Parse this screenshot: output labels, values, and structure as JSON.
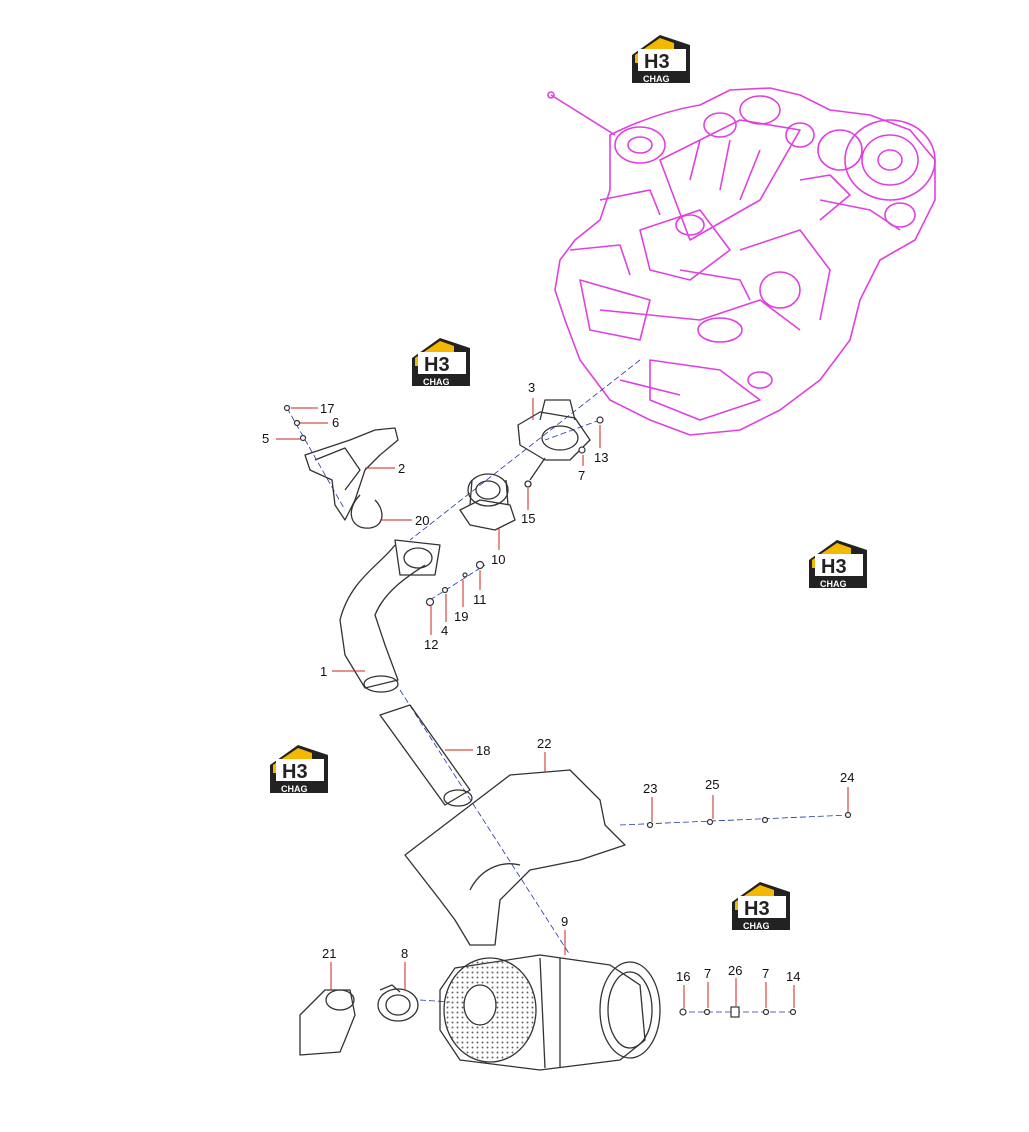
{
  "colors": {
    "engine": "#e040e0",
    "part_line": "#333333",
    "leader": "#cc2222",
    "center_line": "#2233aa",
    "logo_yellow": "#f5b800",
    "logo_dark": "#222222",
    "logo_white": "#ffffff"
  },
  "watermark": {
    "main": "H3",
    "sub": "CHAG"
  },
  "callouts": [
    {
      "id": "c17",
      "label": "17"
    },
    {
      "id": "c6",
      "label": "6"
    },
    {
      "id": "c5",
      "label": "5"
    },
    {
      "id": "c2",
      "label": "2"
    },
    {
      "id": "c20",
      "label": "20"
    },
    {
      "id": "c3",
      "label": "3"
    },
    {
      "id": "c13",
      "label": "13"
    },
    {
      "id": "c7a",
      "label": "7"
    },
    {
      "id": "c15",
      "label": "15"
    },
    {
      "id": "c10",
      "label": "10"
    },
    {
      "id": "c11",
      "label": "11"
    },
    {
      "id": "c19",
      "label": "19"
    },
    {
      "id": "c4",
      "label": "4"
    },
    {
      "id": "c12",
      "label": "12"
    },
    {
      "id": "c1",
      "label": "1"
    },
    {
      "id": "c18",
      "label": "18"
    },
    {
      "id": "c22",
      "label": "22"
    },
    {
      "id": "c23",
      "label": "23"
    },
    {
      "id": "c25",
      "label": "25"
    },
    {
      "id": "c24",
      "label": "24"
    },
    {
      "id": "c9",
      "label": "9"
    },
    {
      "id": "c21",
      "label": "21"
    },
    {
      "id": "c8",
      "label": "8"
    },
    {
      "id": "c16",
      "label": "16"
    },
    {
      "id": "c7b",
      "label": "7"
    },
    {
      "id": "c26",
      "label": "26"
    },
    {
      "id": "c7c",
      "label": "7"
    },
    {
      "id": "c14",
      "label": "14"
    }
  ]
}
